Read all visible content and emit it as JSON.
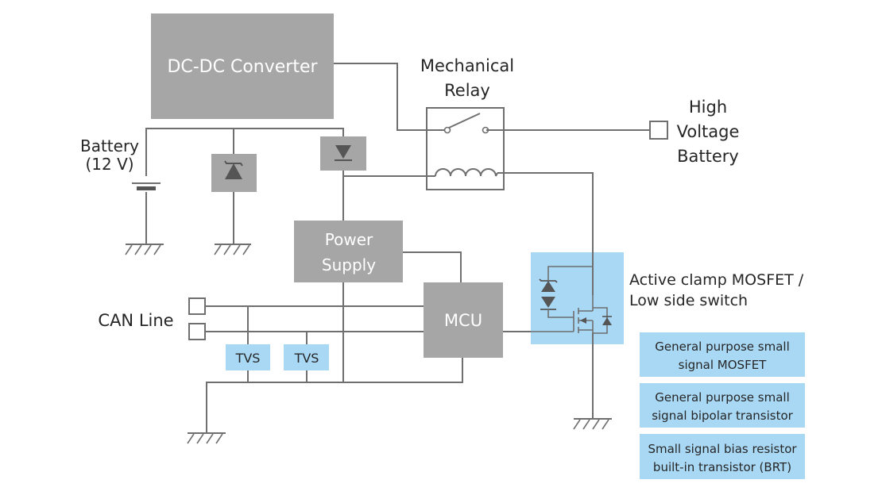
{
  "blocks": {
    "dcdc": "DC-DC Converter",
    "power_supply": [
      "Power",
      "Supply"
    ],
    "mcu": "MCU",
    "tvs1": "TVS",
    "tvs2": "TVS"
  },
  "labels": {
    "battery": [
      "Battery",
      "(12 V)"
    ],
    "relay": [
      "Mechanical",
      "Relay"
    ],
    "hv_battery": [
      "High",
      "Voltage",
      "Battery"
    ],
    "can_line": "CAN Line",
    "active_clamp": [
      "Active clamp MOSFET /",
      "Low side switch"
    ]
  },
  "legend": [
    [
      "General purpose small",
      "signal MOSFET"
    ],
    [
      "General purpose small",
      "signal bipolar transistor"
    ],
    [
      "Small signal bias resistor",
      "built-in transistor (BRT)"
    ]
  ],
  "colors": {
    "grey_block": "#a6a6a6",
    "highlight_blue": "#a9d8f5",
    "wire": "#6f6f6f"
  }
}
